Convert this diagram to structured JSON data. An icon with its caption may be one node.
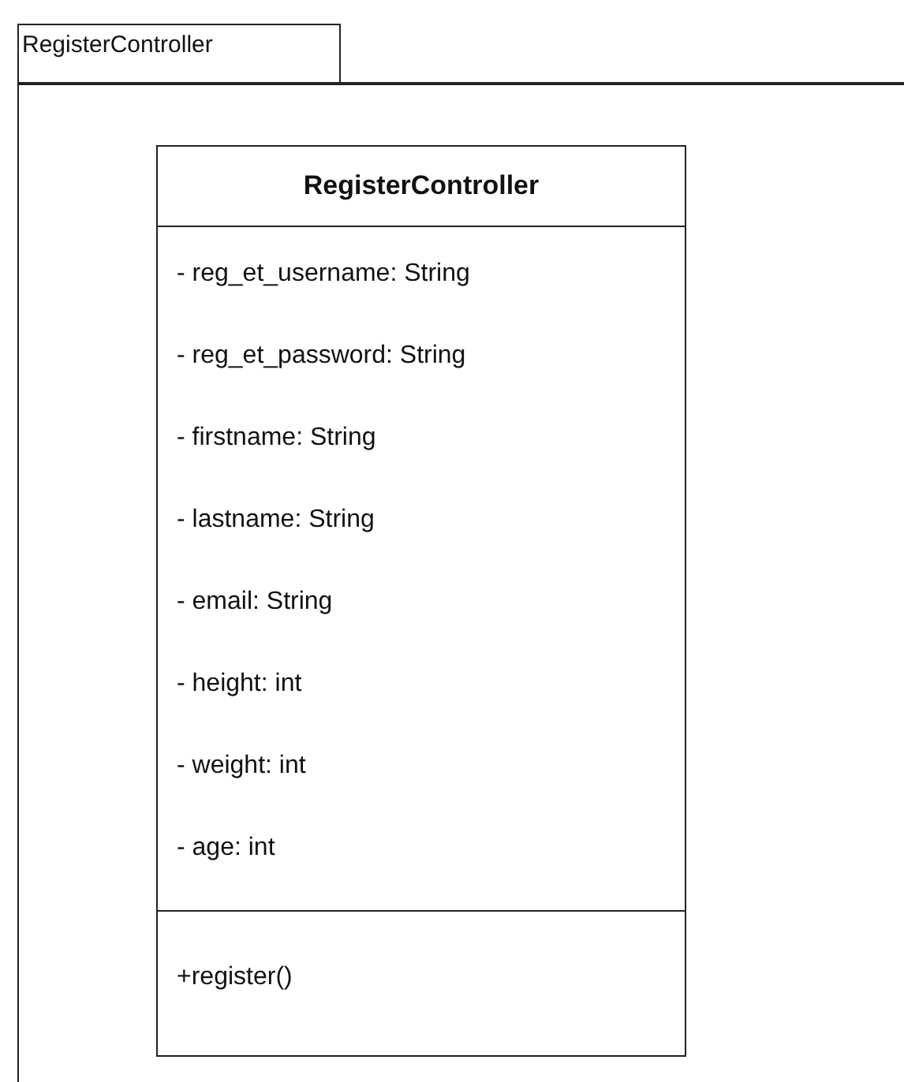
{
  "diagram": {
    "nodes": [
      {
        "text": [
          "RegisterController"
        ]
      },
      {
        "text": [
          "RegisterController",
          "- reg_et_username: String",
          "- reg_et_password: String",
          "- firstname: String",
          "- lastname: String",
          "- email: String",
          "- height: int",
          "- weight: int",
          "- age: int",
          "+register()"
        ],
        "in": 0
      }
    ]
  }
}
